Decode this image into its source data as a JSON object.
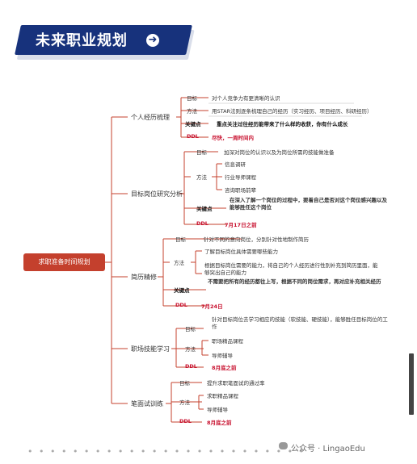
{
  "title": "未来职业规划",
  "root": "求职准备时间规划",
  "s1": {
    "title": "个人经历梳理",
    "goal_label": "目标",
    "goal": "对个人竞争力有更清晰的认识",
    "method_label": "方法",
    "method": "用STAR法则逐条梳理自己的经历（实习经历、项目经历、科研经历）",
    "key_label": "关键点",
    "key": "重点关注过往经历能带来了什么样的收获，你有什么成长",
    "ddl_label": "DDL",
    "ddl": "尽快，一周时间内"
  },
  "s2": {
    "title": "目标岗位研究分析",
    "goal_label": "目标",
    "goal": "加深对岗位的认识以及为岗位所需的技能做准备",
    "method_label": "方法",
    "methods": [
      "信息调研",
      "行业导师课程",
      "咨询职场前辈"
    ],
    "key_label": "关键点",
    "key": "在深入了解一个岗位的过程中，要着自己是否对这个岗位感兴趣以及能够胜任这个岗位",
    "ddl_label": "DDL",
    "ddl": "7月17日之前"
  },
  "s3": {
    "title": "简历精修",
    "goal_label": "目标",
    "goal": "针对不同的意向岗位，分别针对性地制作简历",
    "method_label": "方法",
    "method1": "了解目标岗位具体需要哪些能力",
    "method2": "根据目标岗位需要的能力，将自己的个人经历进行性别补充到简历里面，能够突出自己的能力",
    "key_label": "关键点",
    "key": "不需要把所有的经历都往上写，根据不同的岗位需求，再对应补充相关经历",
    "ddl_label": "DDL",
    "ddl": "7月24日"
  },
  "s4": {
    "title": "职场技能学习",
    "goal_label": "目标",
    "goal": "针对目标岗位去学习相应的技能（软技能、硬技能），能够胜任目标岗位的工作",
    "method_label": "方法",
    "methods": [
      "职场精品课程",
      "导师辅导"
    ],
    "ddl_label": "DDL",
    "ddl": "8月底之前"
  },
  "s5": {
    "title": "笔面试训练",
    "goal_label": "目标",
    "goal": "提升求职笔面试的通过率",
    "method_label": "方法",
    "methods": [
      "求职精品课程",
      "导师辅导"
    ],
    "ddl_label": "DDL",
    "ddl": "8月底之前"
  },
  "watermark": "公众号 · LingaoEdu",
  "colors": {
    "banner": "#17327c",
    "root": "#c4402d",
    "connector": "#c4402d",
    "ddl": "#c8102e"
  }
}
